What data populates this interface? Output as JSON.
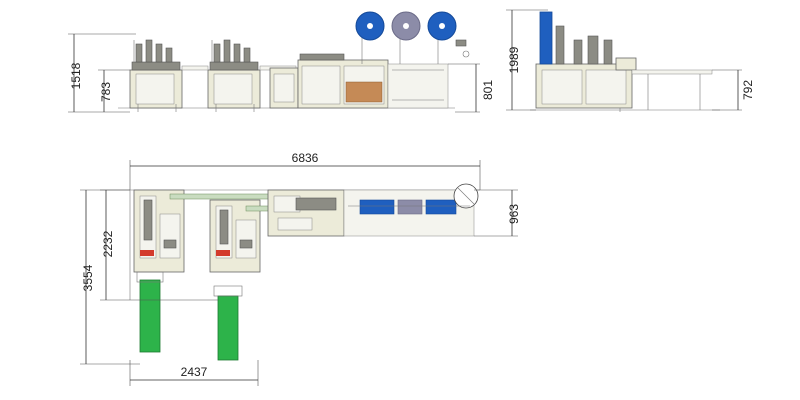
{
  "dimensions": {
    "front_height_total": "1518",
    "front_height_table": "783",
    "front_height_right": "801",
    "side_height_total": "1989",
    "side_height_table": "792",
    "plan_length": "6836",
    "plan_width_left": "3554",
    "plan_width_inner": "2232",
    "plan_width_right": "963",
    "plan_bottom_width": "2437"
  },
  "colors": {
    "frame": "#ecebd9",
    "blue_roll": "#1f5fbf",
    "grey_roll": "#8c8ca8",
    "green_conveyor": "#2db34a",
    "red_marker": "#d33b2c"
  }
}
